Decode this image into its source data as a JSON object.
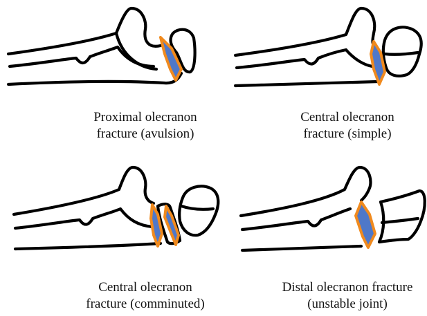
{
  "panels": [
    {
      "id": "proximal",
      "caption_line1": "Proximal olecranon",
      "caption_line2": "fracture (avulsion)"
    },
    {
      "id": "central-simple",
      "caption_line1": "Central olecranon",
      "caption_line2": "fracture (simple)"
    },
    {
      "id": "central-comminuted",
      "caption_line1": "Central olecranon",
      "caption_line2": "fracture (comminuted)"
    },
    {
      "id": "distal",
      "caption_line1": "Distal olecranon fracture",
      "caption_line2": "(unstable joint)"
    }
  ],
  "colors": {
    "bone_outline": "#000000",
    "fracture_fill": "#4f78c9",
    "fracture_outline": "#f08a1e"
  }
}
